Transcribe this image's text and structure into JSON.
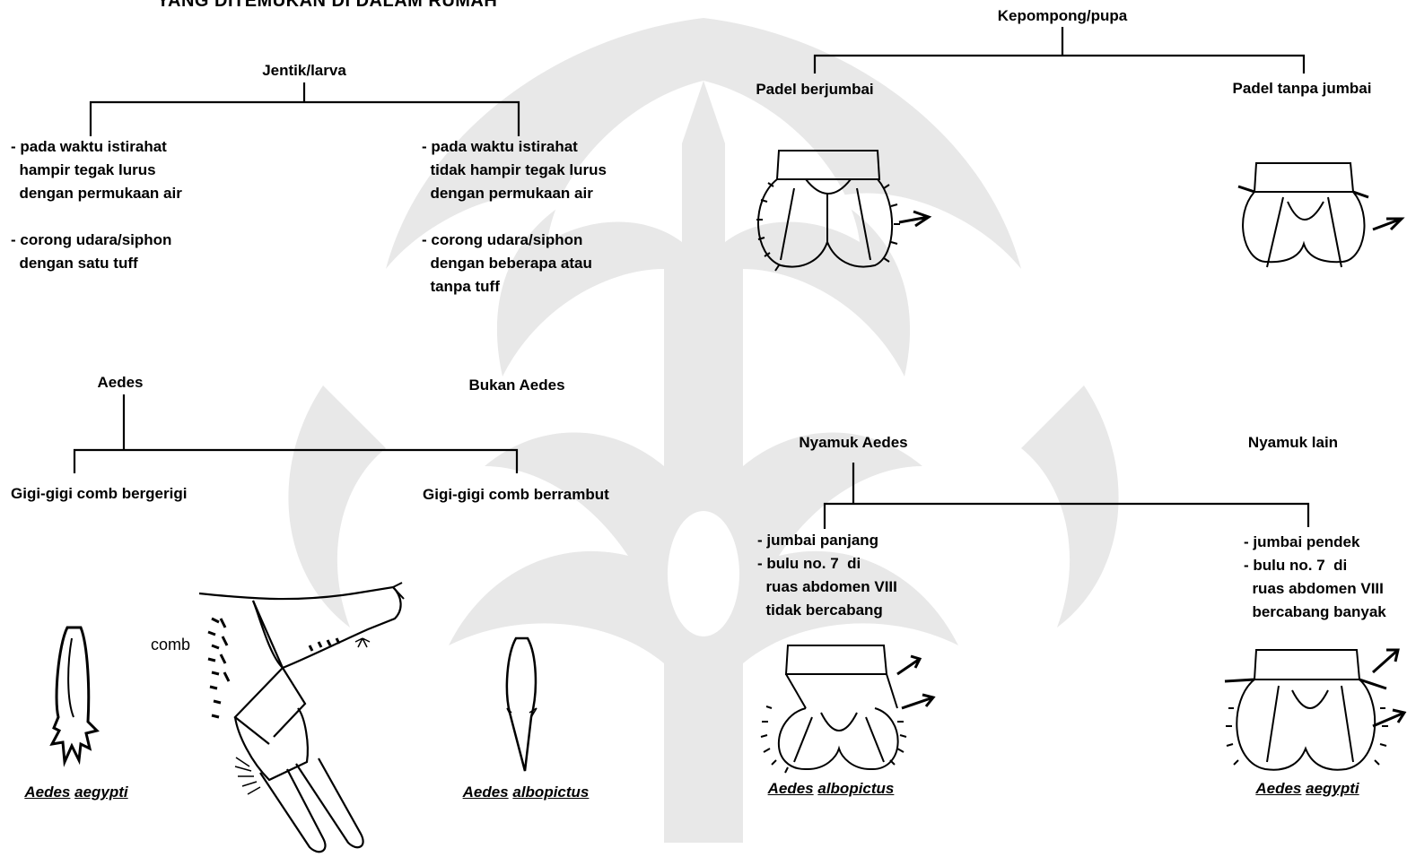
{
  "title": "YANG DITEMUKAN DI DALAM RUMAH",
  "larva": {
    "heading": "Jentik/larva",
    "left_lines": [
      "- pada waktu istirahat",
      "  hampir tegak lurus",
      "  dengan permukaan air",
      "",
      "- corong udara/siphon",
      "  dengan satu tuff"
    ],
    "right_lines": [
      "- pada waktu istirahat",
      "  tidak hampir tegak lurus",
      "  dengan permukaan air",
      "",
      "- corong udara/siphon",
      "  dengan beberapa atau",
      "  tanpa tuff"
    ],
    "left_result": "Aedes",
    "right_result": "Bukan Aedes"
  },
  "comb": {
    "left": "Gigi-gigi comb bergerigi",
    "right": "Gigi-gigi comb berrambut",
    "label": "comb"
  },
  "pupa": {
    "heading": "Kepompong/pupa",
    "left": "Padel berjumbai",
    "right": "Padel tanpa jumbai",
    "left_result": "Nyamuk Aedes",
    "right_result": "Nyamuk lain"
  },
  "aedes_split": {
    "left_lines": [
      "- jumbai panjang",
      "- bulu no. 7  di",
      "  ruas abdomen VIII",
      "  tidak bercabang"
    ],
    "right_lines": [
      "- jumbai pendek",
      "- bulu no. 7  di",
      "  ruas abdomen VIII",
      "  bercabang banyak"
    ]
  },
  "species": {
    "aegypti_genus": "Aedes",
    "aegypti_species": "aegypti",
    "albopictus_genus": "Aedes",
    "albopictus_species": "albopictus"
  },
  "colors": {
    "watermark": "#e6e6e6",
    "ink": "#000000",
    "background": "#ffffff"
  }
}
